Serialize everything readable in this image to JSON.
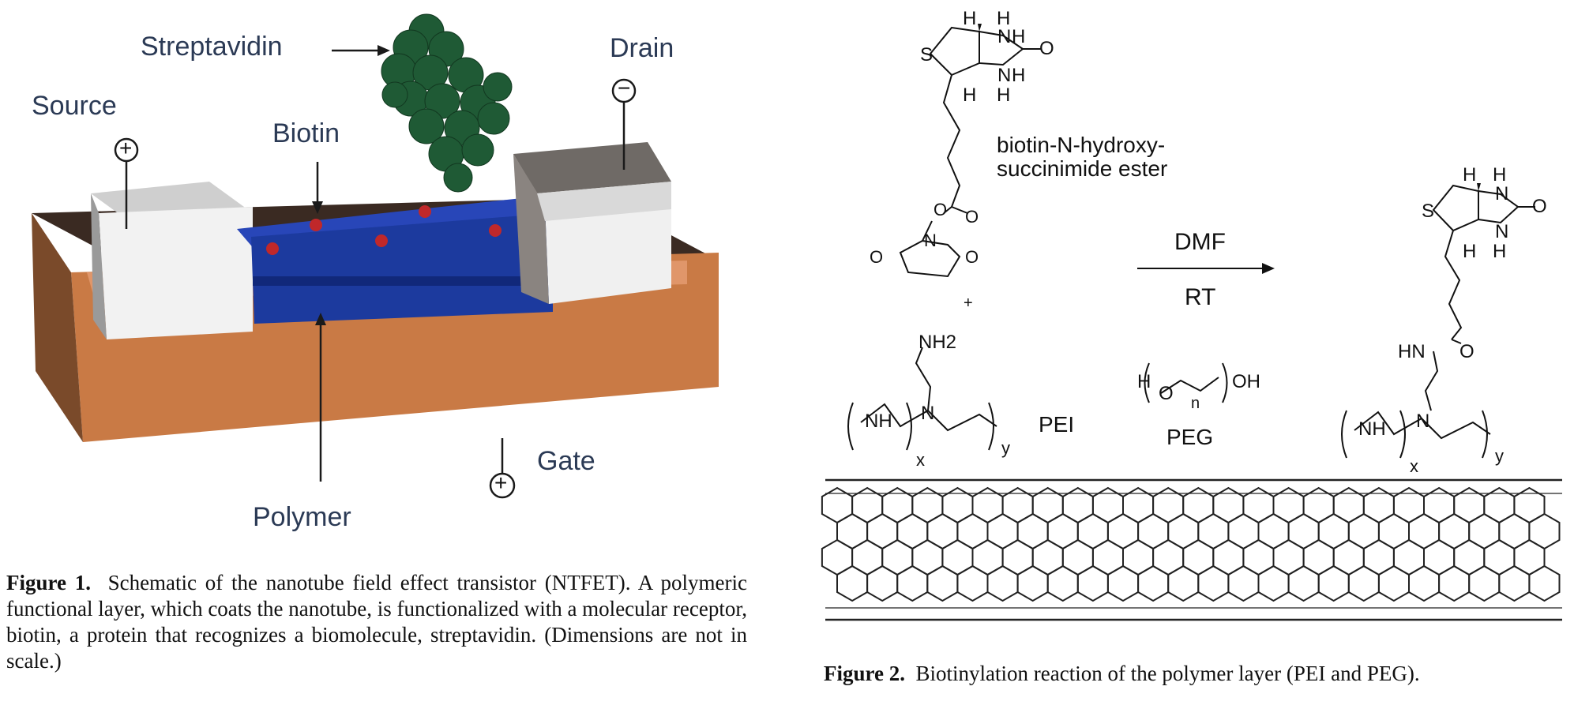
{
  "figure1": {
    "labels": {
      "streptavidin": "Streptavidin",
      "drain": "Drain",
      "source": "Source",
      "biotin": "Biotin",
      "gate": "Gate",
      "polymer": "Polymer",
      "source_sign": "+",
      "drain_sign": "−",
      "gate_sign": "+"
    },
    "caption": {
      "lead": "Figure 1.",
      "text": "Schematic of the nanotube field effect transistor (NTFET). A polymeric functional layer, which coats the nanotube, is functionalized with a molecular receptor, biotin, a protein that recognizes a biomolecule, streptavidin. (Dimensions are not in scale.)"
    },
    "colors": {
      "substrate": "#c97a45",
      "polymer": "#1f3fa8",
      "electrode": "#e8e8e8",
      "streptavidin": "#1f5a35",
      "biotin": "#c0282a"
    }
  },
  "figure2": {
    "reagent1": {
      "line1": "biotin-N-hydroxy-",
      "line2": "succinimide ester"
    },
    "conditions": {
      "top": "DMF",
      "bottom": "RT"
    },
    "plus": "+",
    "pei_label": "PEI",
    "peg_label": "PEG",
    "atoms": {
      "H": "H",
      "N": "N",
      "S": "S",
      "O": "O",
      "NH2": "NH2",
      "NH": "NH",
      "HN": "HN",
      "OH": "OH",
      "n": "n",
      "x": "x",
      "y": "y"
    },
    "caption": {
      "lead": "Figure 2.",
      "text": "Biotinylation reaction of the polymer layer (PEI and PEG)."
    }
  }
}
